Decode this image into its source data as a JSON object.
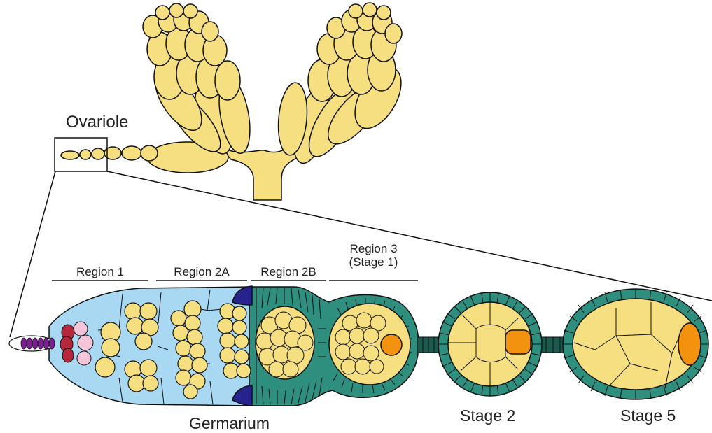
{
  "title": "",
  "labels": {
    "ovariole": "Ovariole",
    "region1": "Region 1",
    "region2a": "Region 2A",
    "region2b": "Region 2B",
    "region3_line1": "Region 3",
    "region3_line2": "(Stage 1)",
    "germarium": "Germarium",
    "stage2": "Stage 2",
    "stage5": "Stage 5"
  },
  "colors": {
    "yolk": "#f5df80",
    "germarium_fill": "#a9d8f2",
    "follicle": "#2e8f7f",
    "follicle_dark": "#1d5a4e",
    "oocyte": "#f2920f",
    "cap_cells": "#7a2090",
    "terminal_red": "#b5283c",
    "pink_cells": "#f4c4d8",
    "escort_blue": "#27238c",
    "outline": "#111111"
  }
}
